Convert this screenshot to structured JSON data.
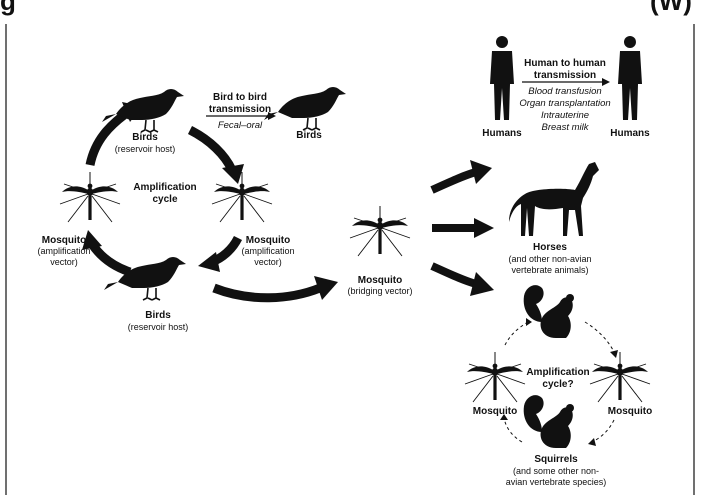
{
  "header": {
    "left_fragment": "g",
    "right_fragment": "(W)"
  },
  "left_cycle": {
    "center_title_line1": "Amplification",
    "center_title_line2": "cycle",
    "top_birds_name": "Birds",
    "top_birds_role": "(reservoir host)",
    "bottom_birds_name": "Birds",
    "bottom_birds_role": "(reservoir host)",
    "left_mosquito_name": "Mosquito",
    "left_mosquito_role_line1": "(amplification",
    "left_mosquito_role_line2": "vector)",
    "right_mosquito_name": "Mosquito",
    "right_mosquito_role_line1": "(amplification",
    "right_mosquito_role_line2": "vector)"
  },
  "bird_to_bird": {
    "title_line1": "Bird to bird",
    "title_line2": "transmission",
    "route": "Fecal–oral",
    "target_label": "Birds"
  },
  "bridging": {
    "name": "Mosquito",
    "role": "(bridging vector)"
  },
  "humans": {
    "left_label": "Humans",
    "right_label": "Humans",
    "title_line1": "Human to human",
    "title_line2": "transmission",
    "routes": [
      "Blood transfusion",
      "Organ transplantation",
      "Intrauterine",
      "Breast milk"
    ]
  },
  "horses": {
    "name": "Horses",
    "desc_line1": "(and other non-avian",
    "desc_line2": "vertebrate animals)"
  },
  "squirrel_cycle": {
    "center_line1": "Amplification",
    "center_line2": "cycle?",
    "left_mosquito": "Mosquito",
    "right_mosquito": "Mosquito",
    "squirrels_name": "Squirrels",
    "squirrels_desc_line1": "(and some other non-",
    "squirrels_desc_line2": "avian vertebrate species)"
  }
}
